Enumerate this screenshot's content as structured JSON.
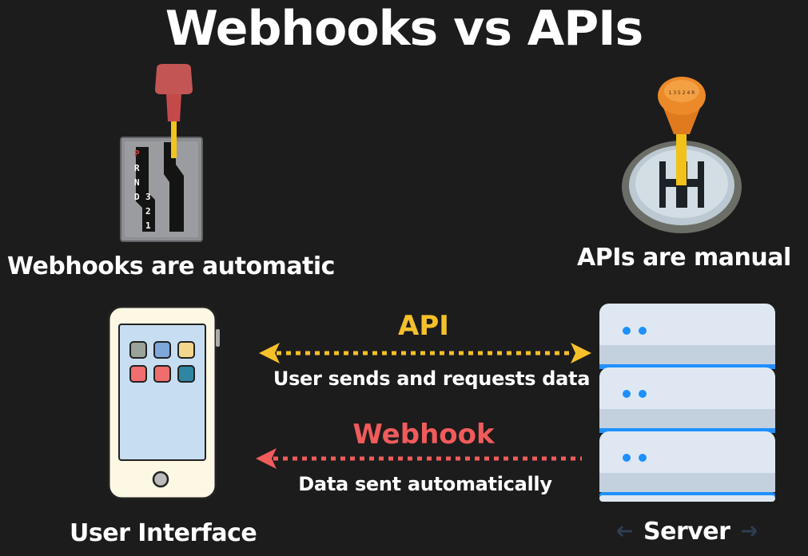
{
  "title": "Webhooks vs APIs",
  "left_caption": "Webhooks are automatic",
  "right_caption": "APIs are manual",
  "shifter": {
    "letters": [
      "P",
      "R",
      "N",
      "D"
    ],
    "numbers": [
      "3",
      "2",
      "1"
    ]
  },
  "manual_knob": {
    "gears": "1 3 5 2 4 R"
  },
  "api": {
    "label": "API",
    "description": "User sends and requests data",
    "color": "#f5c02a"
  },
  "webhook": {
    "label": "Webhook",
    "description": "Data sent automatically",
    "color": "#f05b5b"
  },
  "user_interface_label": "User Interface",
  "server_label": "Server",
  "phone_app_colors": [
    "#9aa39a",
    "#7ea7dc",
    "#f3d68d",
    "#f06e6e",
    "#ee6e6e",
    "#2f86a2"
  ]
}
